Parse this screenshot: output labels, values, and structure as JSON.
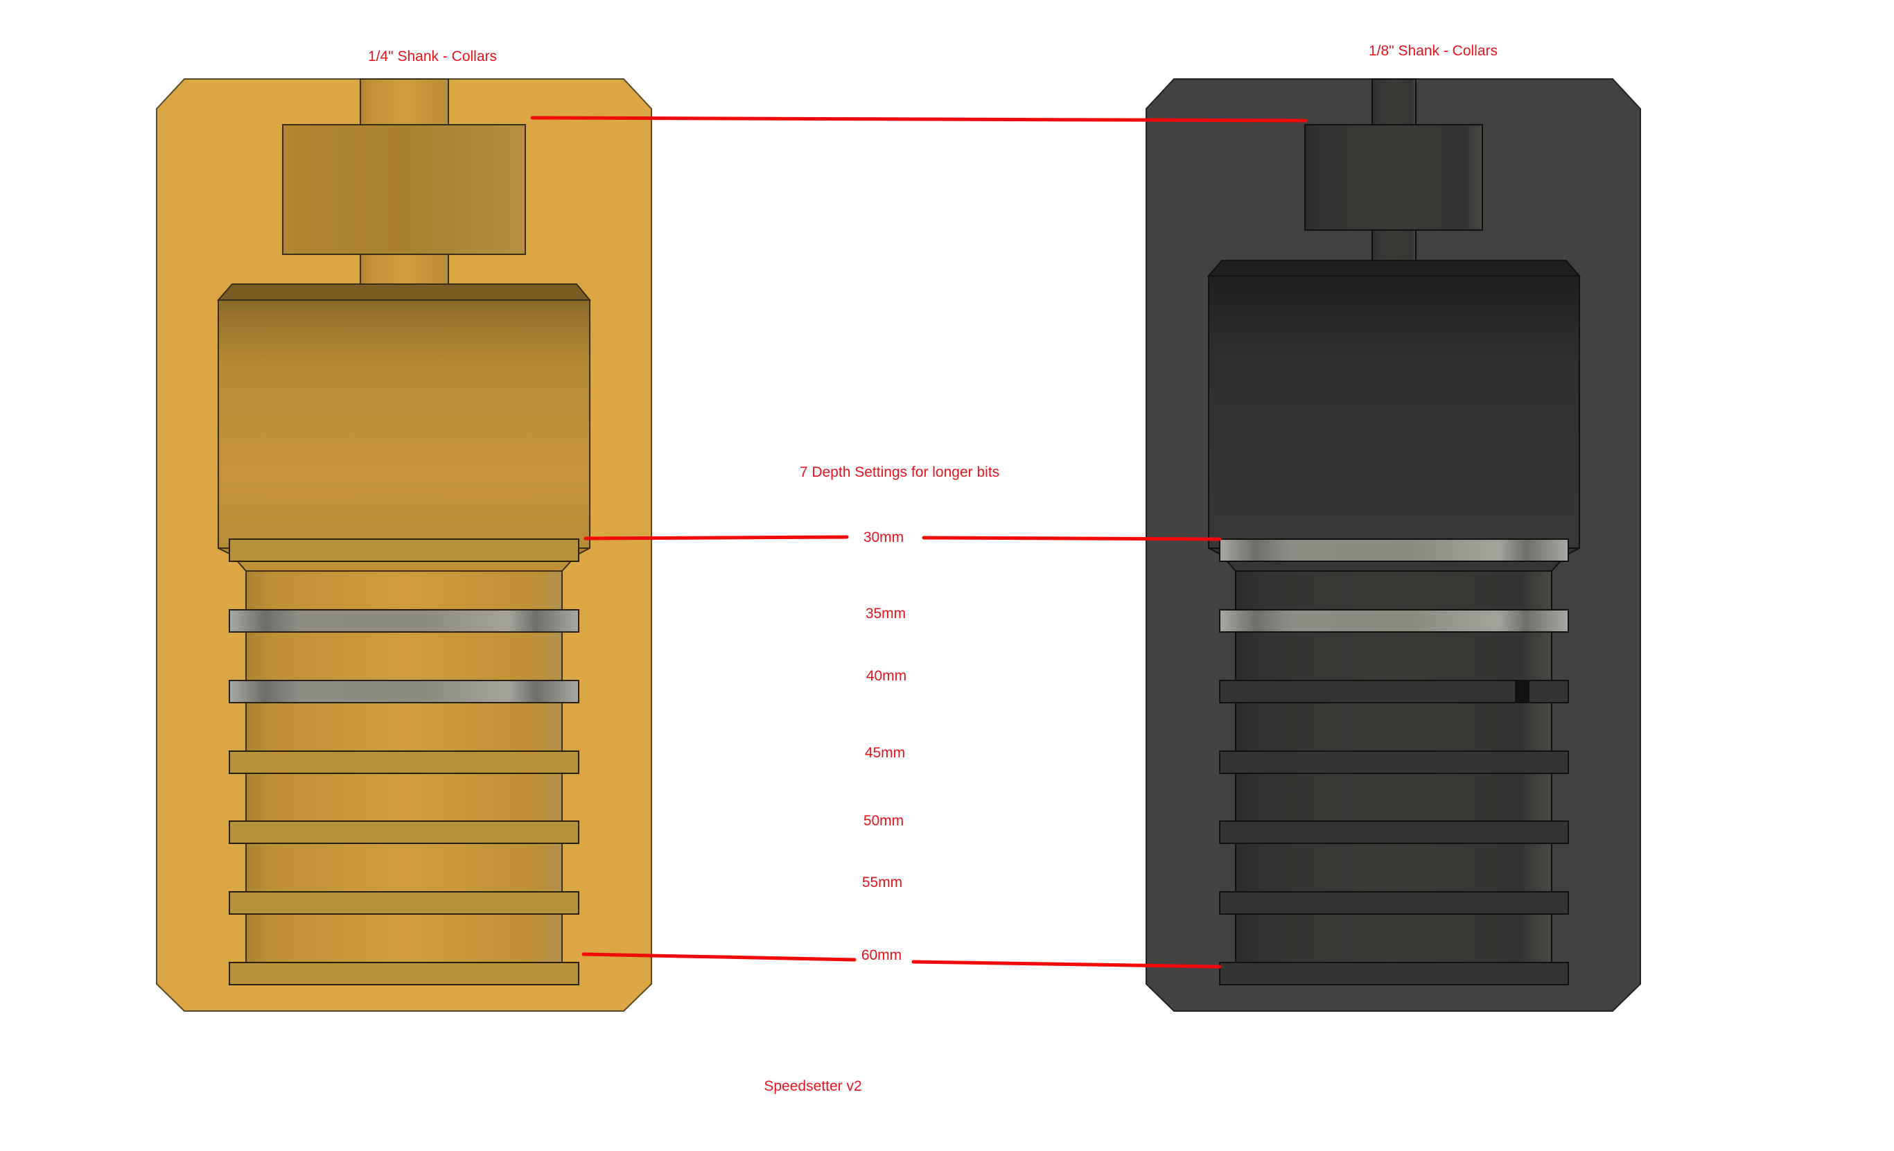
{
  "title": "Speedsetter v2",
  "left_panel": {
    "label": "1/4\" Shank - Collars",
    "color": "#dba744",
    "part_color": "#c29438",
    "ring_color": "#b9913a"
  },
  "right_panel": {
    "label": "1/8\" Shank - Collars",
    "color": "#444240",
    "part_color": "#343331",
    "ring_color": "#363533"
  },
  "center": {
    "heading": "7 Depth Settings for longer bits",
    "depths": [
      "30mm",
      "35mm",
      "40mm",
      "45mm",
      "50mm",
      "55mm",
      "60mm"
    ]
  },
  "colors": {
    "annotation": "#e8141c",
    "steel_ring": "#9a9a92"
  },
  "rings": {
    "left_steel_indices": [
      1,
      2
    ],
    "right_steel_indices": [
      0,
      1
    ]
  }
}
